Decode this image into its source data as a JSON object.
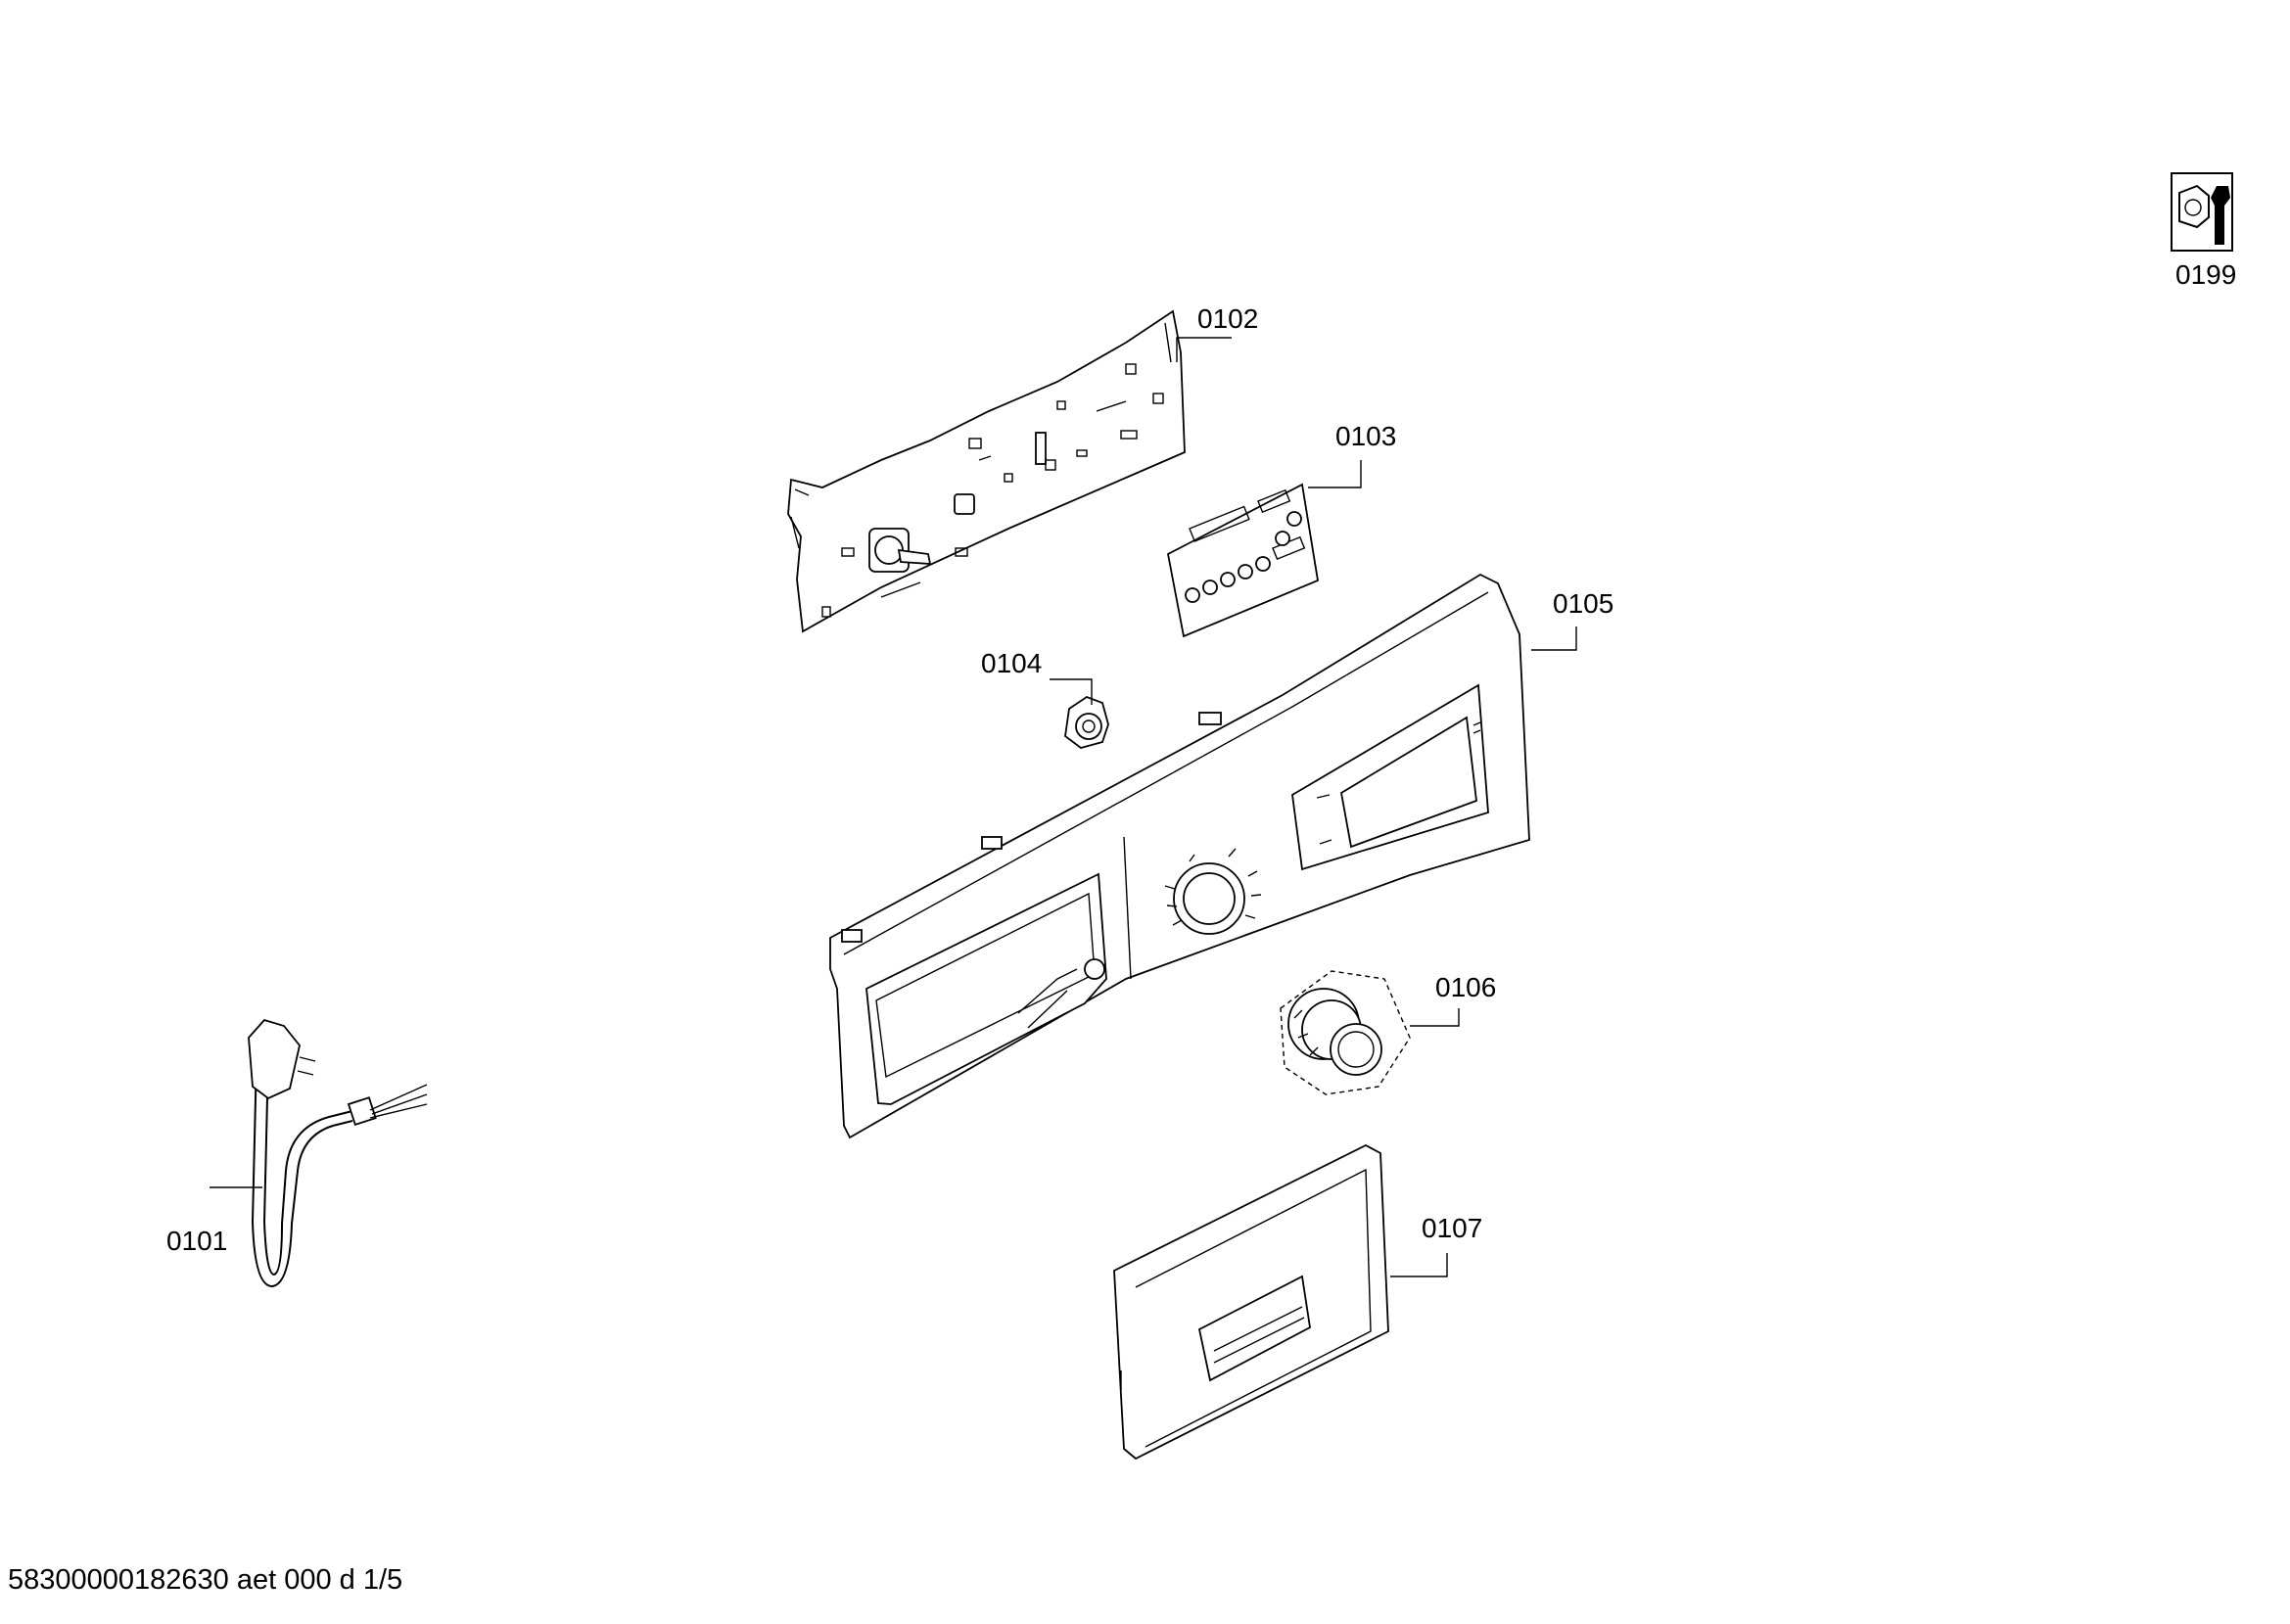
{
  "parts": [
    {
      "id": "0101",
      "name": "power-cord"
    },
    {
      "id": "0102",
      "name": "control-module-board"
    },
    {
      "id": "0103",
      "name": "button-panel-insert"
    },
    {
      "id": "0104",
      "name": "knob-holder"
    },
    {
      "id": "0105",
      "name": "control-panel-fascia"
    },
    {
      "id": "0106",
      "name": "programme-selector-knob"
    },
    {
      "id": "0107",
      "name": "detergent-drawer-handle"
    },
    {
      "id": "0199",
      "name": "service-kit-icon"
    }
  ],
  "footer": {
    "text": "58300000182630 aet 000 d 1/5"
  }
}
